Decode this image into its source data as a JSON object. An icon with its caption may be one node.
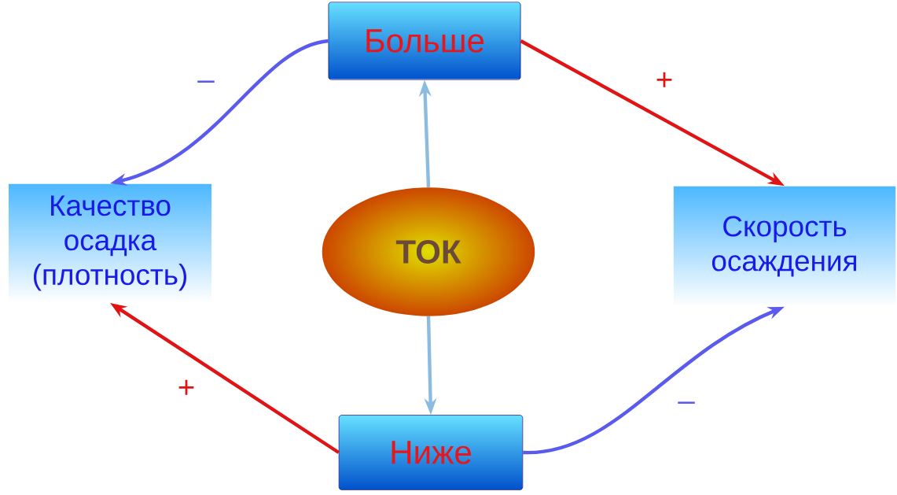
{
  "diagram": {
    "nodes": [
      {
        "text": [
          "Больше"
        ]
      },
      {
        "text": [
          "Качество осадка (плотность)"
        ]
      },
      {
        "text": [
          "ТОК"
        ]
      },
      {
        "text": [
          "Скорость осаждения"
        ]
      },
      {
        "text": [
          "Ниже"
        ]
      }
    ],
    "edges": [
      {
        "from": 0,
        "to": 1,
        "arrow": "to",
        "label": "–",
        "color": "#5a5aee"
      },
      {
        "from": 0,
        "to": 3,
        "arrow": "to",
        "label": "+",
        "color": "#e01414"
      },
      {
        "from": 2,
        "to": 0,
        "arrow": "to",
        "color": "#8cbbe2"
      },
      {
        "from": 2,
        "to": 4,
        "arrow": "to",
        "color": "#8cbbe2"
      },
      {
        "from": 4,
        "to": 1,
        "arrow": "to",
        "label": "+",
        "color": "#e01414"
      },
      {
        "from": 4,
        "to": 3,
        "arrow": "to",
        "label": "–",
        "color": "#5a5aee"
      }
    ]
  }
}
